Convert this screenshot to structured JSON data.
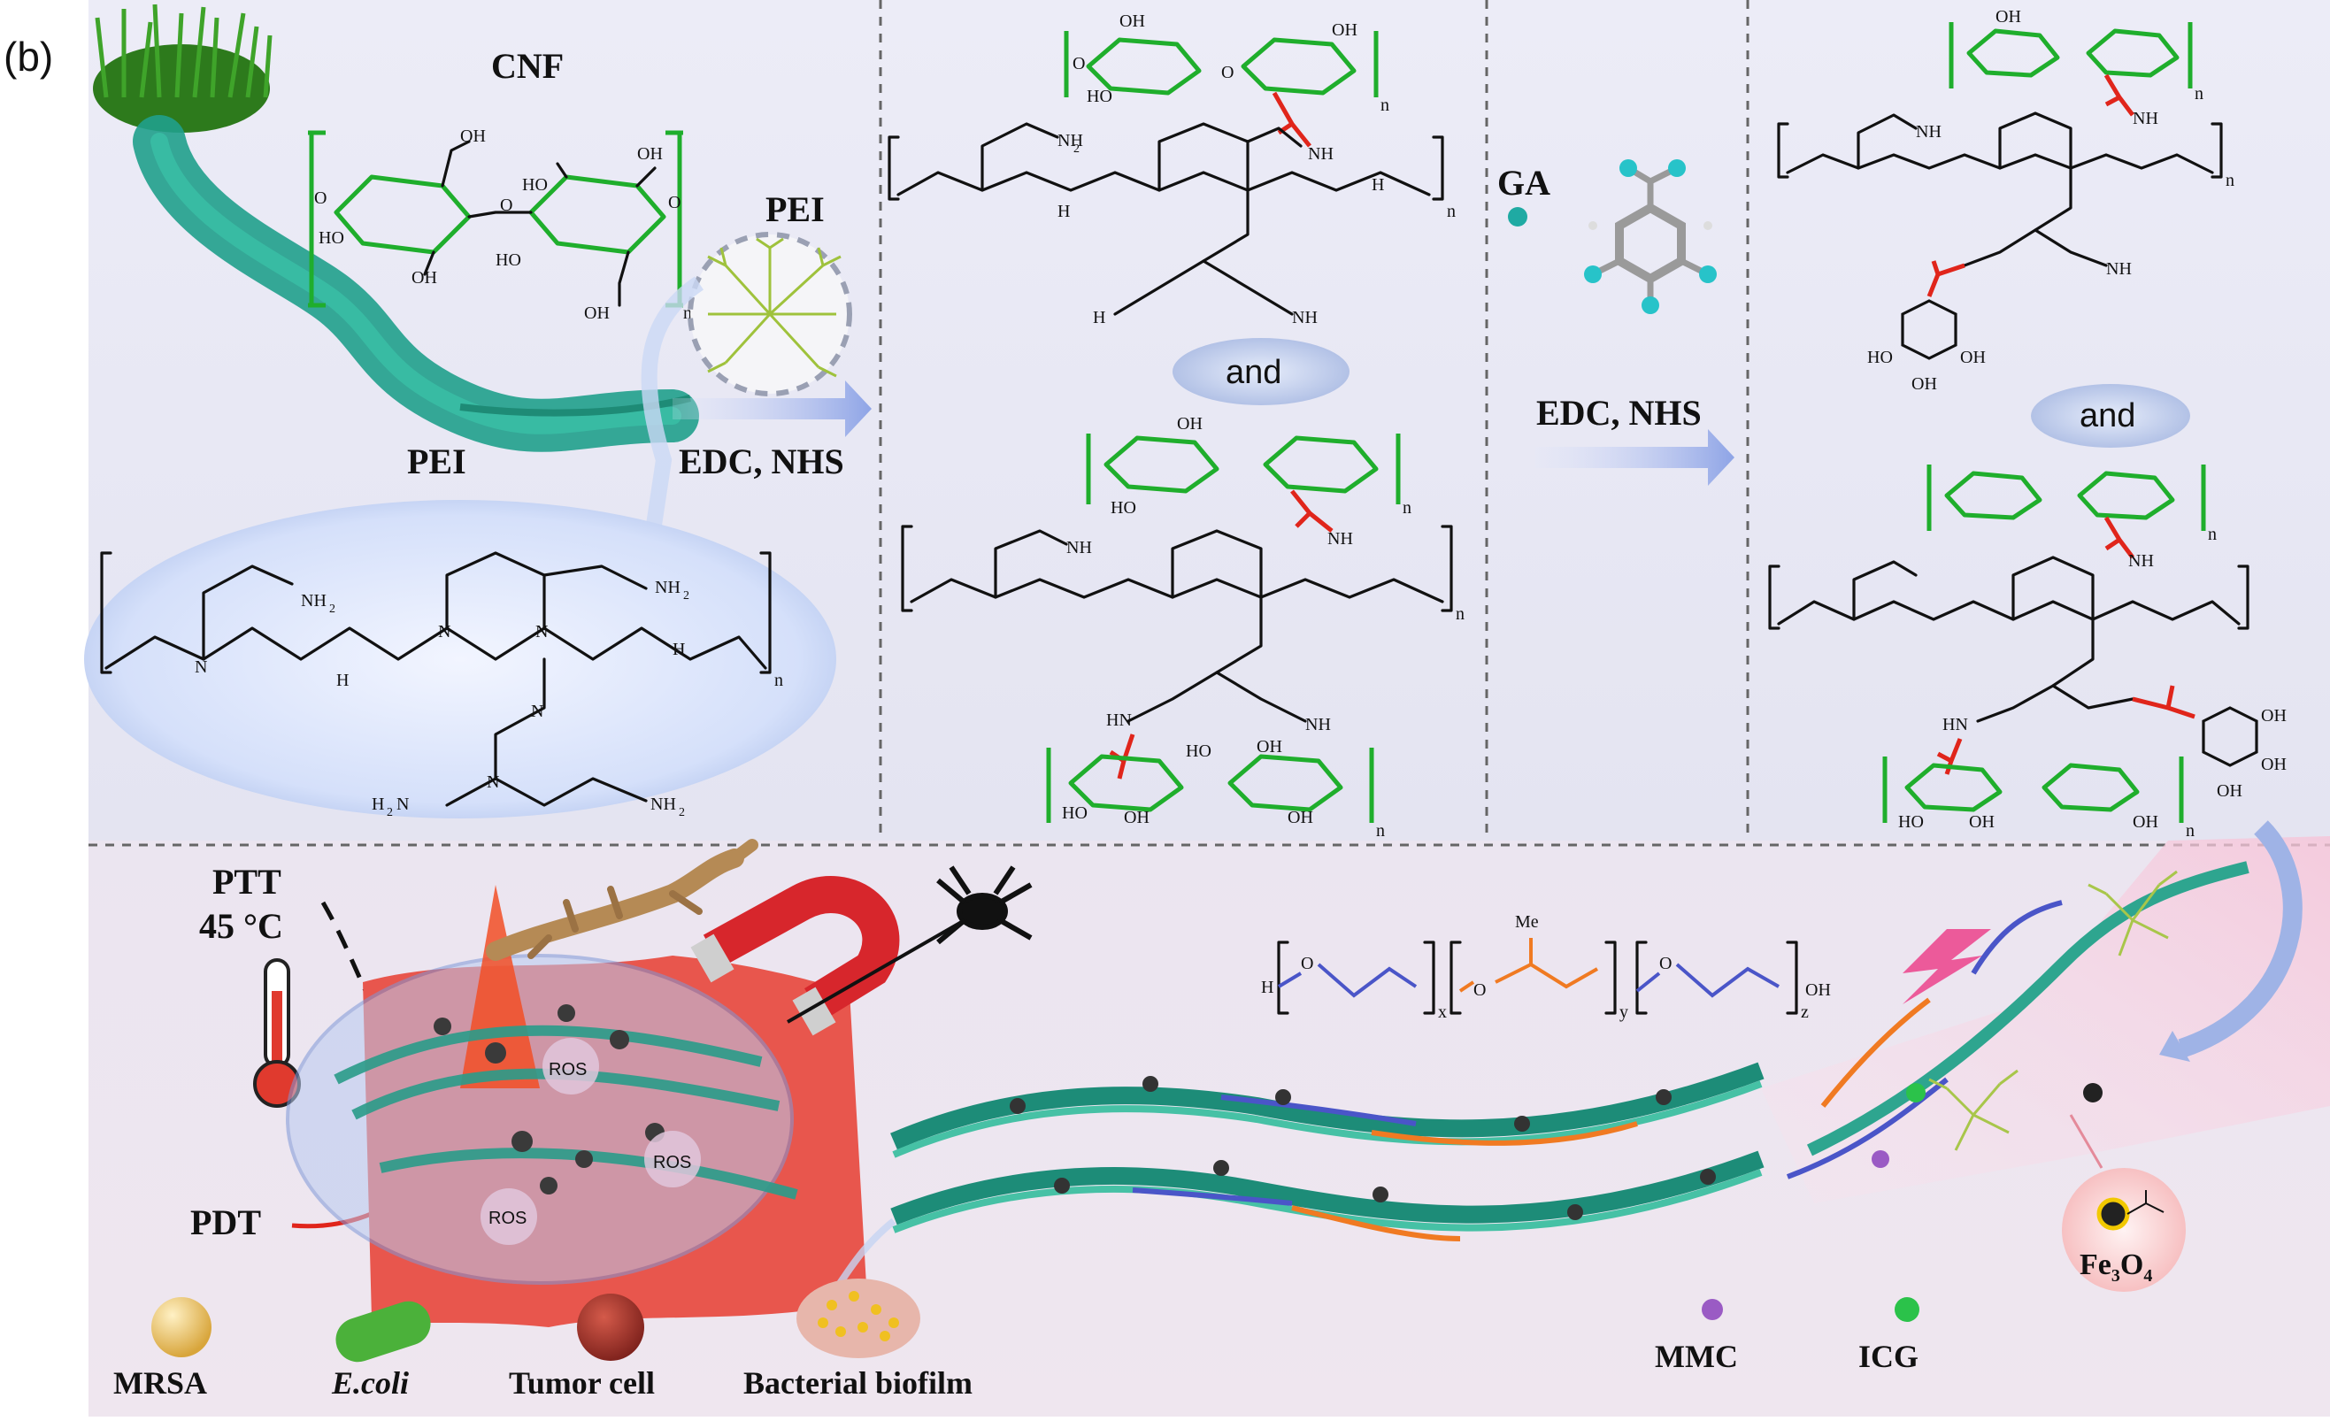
{
  "panel": {
    "label": "(b)"
  },
  "top": {
    "cnf_title": "CNF",
    "pei_title_right": "PEI",
    "pei_title_left": "PEI",
    "edc1": "EDC, NHS",
    "edc2": "EDC, NHS",
    "ga": "GA",
    "and1": "and",
    "and2": "and"
  },
  "atoms": {
    "oh": "OH",
    "ho": "HO",
    "o": "O",
    "h": "H",
    "n": "N",
    "nh": "NH",
    "hn": "HN",
    "nh2": "NH",
    "h2n": "H",
    "sub2": "2",
    "sub_n": "n",
    "cooh": "OH"
  },
  "bottom": {
    "ptt": "PTT",
    "temp": "45 °C",
    "pdt": "PDT",
    "ros": "ROS",
    "me": "Me",
    "h": "H",
    "o": "O",
    "oh": "OH",
    "x": "x",
    "y": "y",
    "z": "z",
    "fe3o4": "Fe",
    "fe_sub3": "3",
    "fe_o": "O",
    "fe_sub4": "4"
  },
  "legend": {
    "mrsa": "MRSA",
    "ecoli": "E.coli",
    "tumor": "Tumor cell",
    "biofilm": "Bacterial biofilm",
    "mmc": "MMC",
    "icg": "ICG"
  },
  "colors": {
    "ring_green": "#1fae2c",
    "amide_red": "#e0251b",
    "panel_bg_top": "#e9e9f4",
    "panel_bg_bottom": "#ebe3ef",
    "fiber_teal": "#2ea58f",
    "oval_blue": "#b9cbf0",
    "tissue_red": "#e8564d",
    "peg_blue": "#4a55c8",
    "ppg_orange": "#f07a22"
  },
  "icons": [
    "grass-icon",
    "nanofiber-icon",
    "pei-dendrimer-icon",
    "gecko-icon",
    "magnet-icon",
    "spider-icon",
    "thermometer-icon",
    "laser-beam-icon",
    "ga-molecule-icon",
    "lightning-icon",
    "mrsa-icon",
    "ecoli-icon",
    "tumor-cell-icon",
    "biofilm-icon",
    "fe3o4-nanoparticle-icon"
  ]
}
